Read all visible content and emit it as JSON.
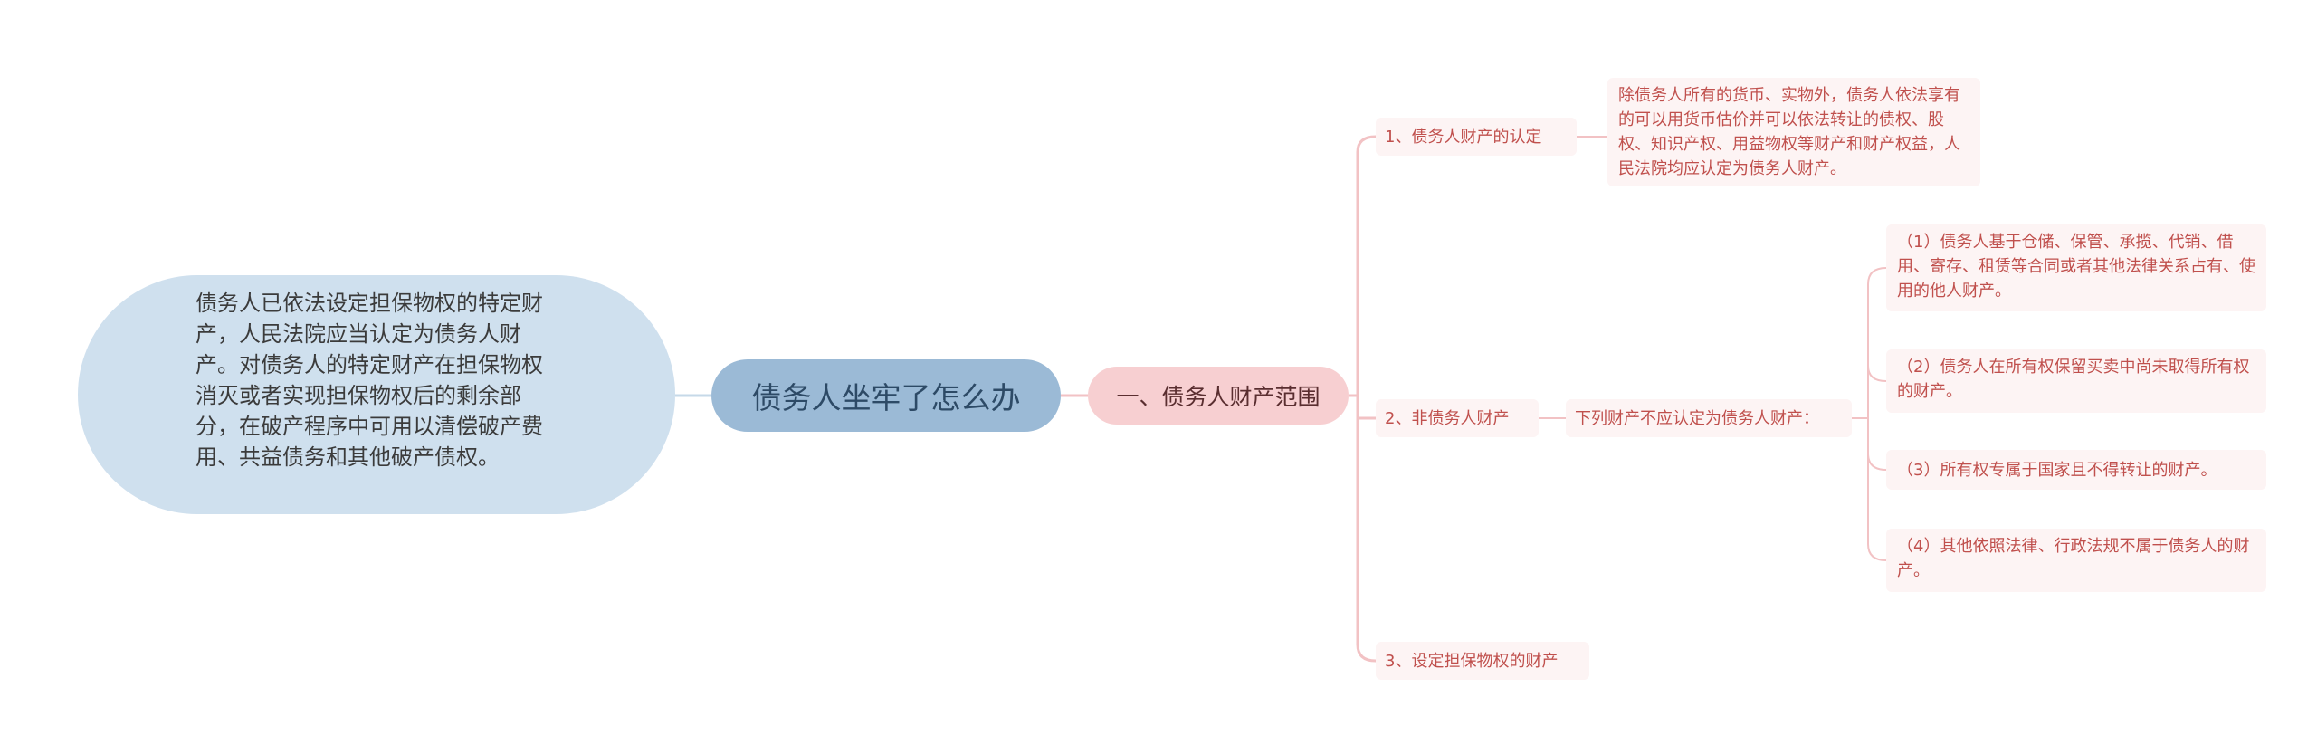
{
  "root": {
    "label": "债务人坐牢了怎么办"
  },
  "left_note": {
    "text": "债务人已依法设定担保物权的特定财产，人民法院应当认定为债务人财产。对债务人的特定财产在担保物权消灭或者实现担保物权后的剩余部分，在破产程序中可用以清偿破产费用、共益债务和其他破产债权。"
  },
  "level1": {
    "label": "一、债务人财产范围"
  },
  "branches": {
    "b1": {
      "label": "1、债务人财产的认定",
      "detail": "除债务人所有的货币、实物外，债务人依法享有的可以用货币估价并可以依法转让的债权、股权、知识产权、用益物权等财产和财产权益，人民法院均应认定为债务人财产。"
    },
    "b2": {
      "label": "2、非债务人财产",
      "intro": "下列财产不应认定为债务人财产：",
      "items": [
        "（1）债务人基于仓储、保管、承揽、代销、借用、寄存、租赁等合同或者其他法律关系占有、使用的他人财产。",
        "（2）债务人在所有权保留买卖中尚未取得所有权的财产。",
        "（3）所有权专属于国家且不得转让的财产。",
        "（4）其他依照法律、行政法规不属于债务人的财产。"
      ]
    },
    "b3": {
      "label": "3、设定担保物权的财产"
    }
  },
  "colors": {
    "root_fill": "#9bbad6",
    "left_note_fill": "#cfe0ee",
    "level1_fill": "#f7cfd1",
    "sub_fill": "#fdf4f4",
    "sub_text": "#c0504d",
    "connector": "#f2c2c4",
    "left_connector": "#c6d9e8"
  }
}
